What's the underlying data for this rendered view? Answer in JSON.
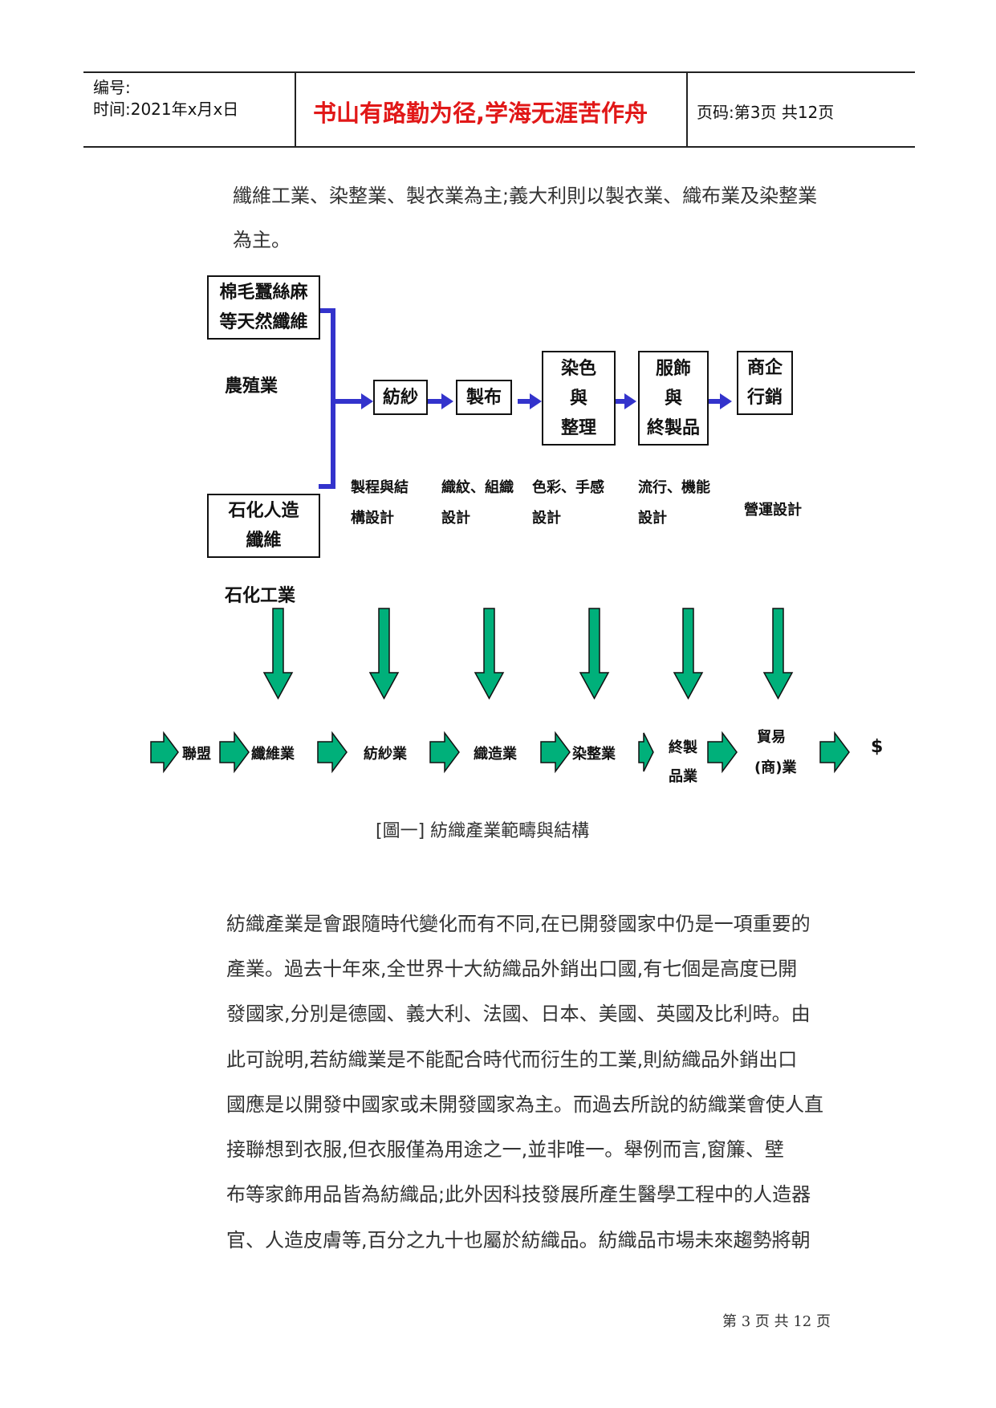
{
  "header": {
    "serial_label": "编号:",
    "time_label": "时间:2021年x月x日",
    "motto": "书山有路勤为径,学海无涯苦作舟",
    "page_label": "页码:第3页 共12页"
  },
  "intro": {
    "line1": "纖維工業、染整業、製衣業為主;義大利則以製衣業、織布業及染整業",
    "line2": "為主。"
  },
  "diagram": {
    "natural_fiber": {
      "line1": "棉毛蠶絲麻",
      "line2": "等天然纖維"
    },
    "agriculture": "農殖業",
    "synthetic_fiber": {
      "line1": "石化人造",
      "line2": "纖維"
    },
    "petrochem": "石化工業",
    "steps": {
      "spinning": "紡紗",
      "weaving": "製布",
      "dyeing": {
        "line1": "染色",
        "line2": "與",
        "line3": "整理"
      },
      "apparel": {
        "line1": "服飾",
        "line2": "與",
        "line3": "終製品"
      },
      "marketing": {
        "line1": "商企",
        "line2": "行銷"
      }
    },
    "design": {
      "d1": {
        "line1": "製程與結",
        "line2": "構設計"
      },
      "d2": {
        "line1": "織紋、組織",
        "line2": "設計"
      },
      "d3": {
        "line1": "色彩、手感",
        "line2": "設計"
      },
      "d4": {
        "line1": "流行、機能",
        "line2": "設計"
      },
      "d5": "營運設計"
    },
    "chain": {
      "alliance": "聯盟",
      "fiber": "纖維業",
      "yarn": "紡紗業",
      "weaving": "織造業",
      "dyeing": "染整業",
      "final": {
        "line1": "終製",
        "line2": "品業"
      },
      "trade": {
        "line1": "貿易",
        "line2": "(商)業"
      },
      "money": "$"
    },
    "colors": {
      "blue_connector": "#3333cc",
      "green_arrow": "#00b07a",
      "outline": "#111111"
    }
  },
  "caption": "[圖一] 紡織產業範疇與結構",
  "body": {
    "lines": [
      "紡織產業是會跟隨時代變化而有不同,在已開發國家中仍是一項重要的",
      "產業。過去十年來,全世界十大紡織品外銷出口國,有七個是高度已開",
      "發國家,分別是德國、義大利、法國、日本、美國、英國及比利時。由",
      "此可說明,若紡織業是不能配合時代而衍生的工業,則紡織品外銷出口",
      "國應是以開發中國家或未開發國家為主。而過去所說的紡織業會使人直",
      "接聯想到衣服,但衣服僅為用途之一,並非唯一。舉例而言,窗簾、壁",
      "布等家飾用品皆為紡織品;此外因科技發展所產生醫學工程中的人造器",
      "官、人造皮膚等,百分之九十也屬於紡織品。紡織品市場未來趨勢將朝"
    ]
  },
  "footer": "第 3 页 共 12 页"
}
